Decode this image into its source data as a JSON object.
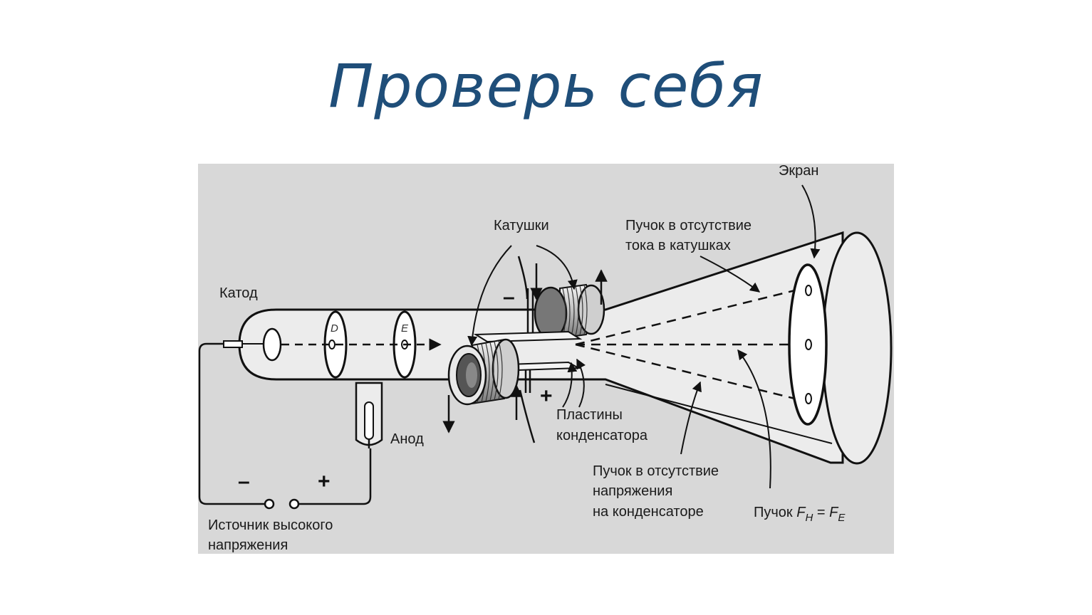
{
  "slide": {
    "title": "Проверь себя"
  },
  "diagram": {
    "labels": {
      "screen": "Экран",
      "coils": "Катушки",
      "beam_no_current_1": "Пучок в отсутствие",
      "beam_no_current_2": "тока в катушках",
      "cathode": "Катод",
      "plate_d": "D",
      "plate_e": "E",
      "minus_top": "–",
      "plus_bottom": "+",
      "capacitor_plates_1": "Пластины",
      "capacitor_plates_2": "конденсатора",
      "anode": "Анод",
      "source_minus": "–",
      "source_plus": "+",
      "source_1": "Источник высокого",
      "source_2": "напряжения",
      "beam_no_voltage_1": "Пучок в отсутствие",
      "beam_no_voltage_2": "напряжения",
      "beam_no_voltage_3": "на конденсаторе",
      "beam_balanced_prefix": "Пучок ",
      "beam_balanced_fh": "F",
      "beam_balanced_fh_sub": "H",
      "beam_balanced_eq": " = ",
      "beam_balanced_fe": "F",
      "beam_balanced_fe_sub": "E"
    },
    "colors": {
      "background": "#d8d8d8",
      "glass": "#ececec",
      "stroke": "#111111",
      "title": "#1f4e79"
    }
  }
}
